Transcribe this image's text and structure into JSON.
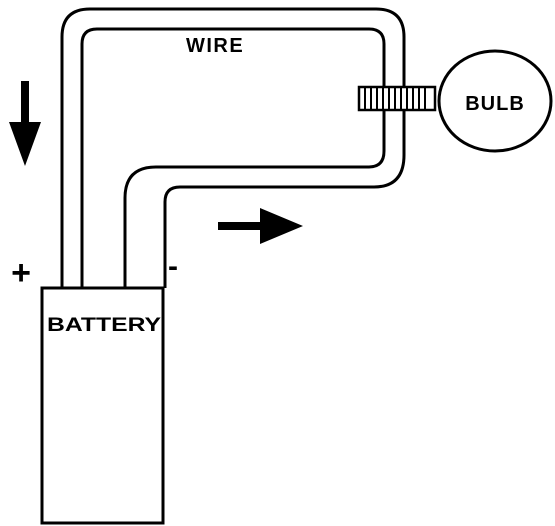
{
  "labels": {
    "wire": "WIRE",
    "bulb": "BULB",
    "battery": "BATTERY",
    "positive": "+",
    "negative": "-"
  },
  "icons": {
    "current_arrow_down": "arrow-down-icon",
    "current_arrow_right": "arrow-right-icon"
  },
  "colors": {
    "ink": "#000000",
    "background": "#ffffff"
  }
}
